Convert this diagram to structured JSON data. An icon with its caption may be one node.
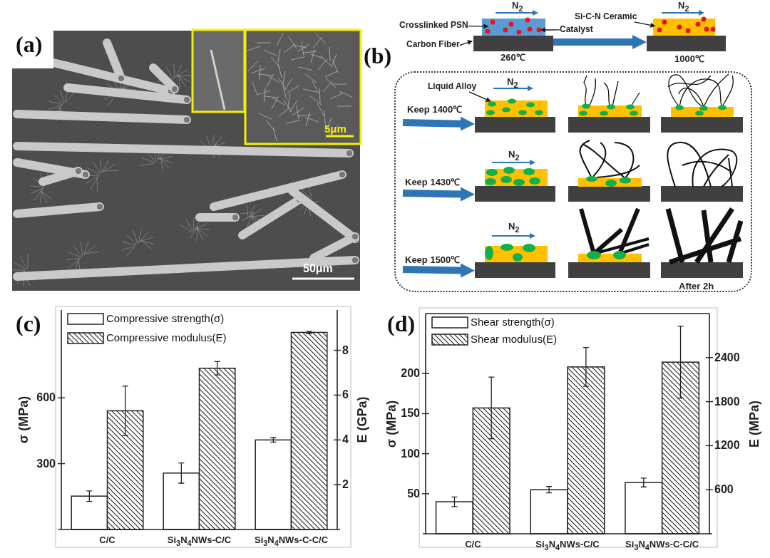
{
  "diagram": {
    "nodes": [
      {
        "text": [
          "Crosslinked PSN"
        ]
      },
      {
        "text": [
          "Carbon Fiber"
        ]
      },
      {
        "text": [],
        "shape": "picture",
        "beside": [
          "N$_{2}$",
          "260℃"
        ]
      },
      {
        "text": [
          "Catalyst"
        ]
      },
      {
        "text": [
          "Si-C-N Ceramic"
        ]
      },
      {
        "text": [],
        "shape": "picture",
        "beside": [
          "N$_{2}$",
          "1000℃"
        ]
      },
      {
        "text": [],
        "shape": "box"
      },
      {
        "text": [
          "Liquid Alloy"
        ],
        "in": 6
      },
      {
        "text": [],
        "shape": "picture",
        "in": 6,
        "beside": [
          "N$_{2}$"
        ]
      },
      {
        "text": [],
        "shape": "picture",
        "in": 6
      },
      {
        "text": [],
        "shape": "picture",
        "in": 6
      },
      {
        "text": [],
        "shape": "picture",
        "in": 6,
        "beside": [
          "N$_{2}$"
        ]
      },
      {
        "text": [],
        "shape": "picture",
        "in": 6
      },
      {
        "text": [],
        "shape": "picture",
        "in": 6
      },
      {
        "text": [],
        "shape": "picture",
        "in": 6,
        "beside": [
          "N$_{2}$"
        ]
      },
      {
        "text": [],
        "shape": "picture",
        "in": 6
      },
      {
        "text": [],
        "shape": "picture",
        "in": 6,
        "beside": [
          "After 2h"
        ]
      }
    ],
    "edges": [
      {
        "from": 0,
        "to": 2,
        "arrow": "to"
      },
      {
        "from": 3,
        "to": 2,
        "arrow": "to"
      },
      {
        "from": 1,
        "to": 2,
        "arrow": "to"
      },
      {
        "from": 2,
        "to": 5,
        "arrow": "to",
        "style": "thick",
        "color": "#2e75b6"
      },
      {
        "from": 4,
        "to": 5,
        "arrow": "to"
      },
      {
        "from": 7,
        "to": 8,
        "arrow": "to"
      },
      {
        "from": null,
        "to": 8,
        "arrow": "to",
        "label": "Keep 1400℃",
        "style": "thick",
        "color": "#2e75b6"
      },
      {
        "from": null,
        "to": 11,
        "arrow": "to",
        "label": "Keep 1430℃",
        "style": "thick",
        "color": "#2e75b6"
      },
      {
        "from": null,
        "to": 14,
        "arrow": "to",
        "label": "Keep 1500℃",
        "style": "thick",
        "color": "#2e75b6"
      }
    ],
    "labels": [
      "(a)",
      "(b)",
      "5μm",
      "50μm",
      "(c)",
      "(d)"
    ],
    "chart_data": [
      {
        "type": "bar",
        "ylabel": "σ (MPa)",
        "y2label": "E (GPa)",
        "categories": [
          "C/C",
          "Si$_{3}$N$_{4}$NWs-C/C",
          "Si$_{3}$N$_{4}$NWs-C-C/C"
        ],
        "stacked": false,
        "legend": "upper left",
        "ylim": [
          0,
          1000
        ],
        "y2lim": [
          0,
          9.8
        ],
        "yticks": [
          300,
          600
        ],
        "y2ticks": [
          2,
          4,
          6,
          8
        ],
        "series": [
          {
            "name": "Compressive strength(σ)",
            "values": [
              152,
              257,
              408
            ],
            "errors": [
              24,
              46,
              10
            ]
          },
          {
            "name": "Compressive modulus(E)",
            "axis": "y2",
            "values": [
              5.3,
              7.2,
              8.8
            ],
            "errors": [
              1.1,
              0.3,
              0.05
            ]
          }
        ]
      },
      {
        "type": "bar",
        "ylabel": "σ (MPa)",
        "y2label": "E (MPa)",
        "categories": [
          "C/C",
          "Si$_{3}$N$_{4}$NWs-C/C",
          "Si$_{3}$N$_{4}$NWs-C-C/C"
        ],
        "stacked": false,
        "legend": "upper left",
        "ylim": [
          0,
          275
        ],
        "y2lim": [
          0,
          3000
        ],
        "yticks": [
          50,
          100,
          150,
          200
        ],
        "y2ticks": [
          600,
          1200,
          1800,
          2400
        ],
        "series": [
          {
            "name": "Shear strength(σ)",
            "values": [
              40,
              55,
              64
            ],
            "errors": [
              6,
              4,
              5.5
            ]
          },
          {
            "name": "Shear modulus(E)",
            "axis": "y2",
            "values": [
              1714,
              2273,
              2338
            ],
            "errors": [
              420,
              265,
              490
            ]
          }
        ]
      }
    ]
  }
}
